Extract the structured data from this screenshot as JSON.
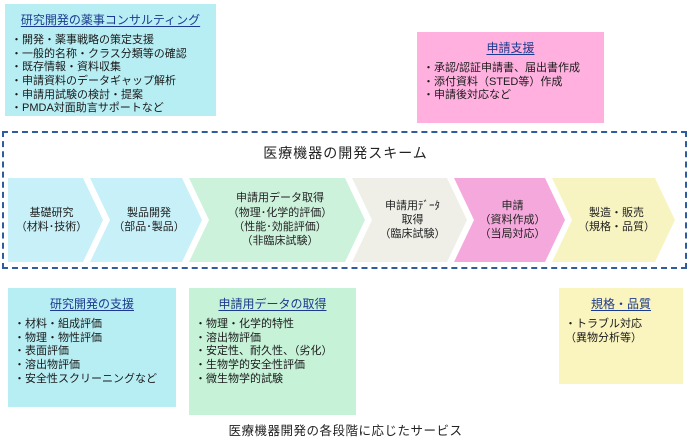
{
  "colors": {
    "cyan_panel": "#b7eef4",
    "pink_panel": "#ffb0df",
    "green_panel": "#c6f2d8",
    "yellow_panel": "#faf4be",
    "arrow_cyan": "#c7f0f8",
    "arrow_green": "#cdf2dc",
    "arrow_gray": "#efefe8",
    "arrow_pink": "#f5a8dc",
    "arrow_yellow": "#f8f4c2",
    "frame_border": "#2e5c9e",
    "panel_title_text": "#1c3a8f"
  },
  "consulting_box": {
    "title": "研究開発の薬事コンサルティング",
    "items": [
      "・開発・薬事戦略の策定支援",
      "・一般的名称・クラス分類等の確認",
      "・既存情報・資料収集",
      "・申請資料のデータギャップ解析",
      "・申請用試験の検討・提案",
      "・PMDA対面助言サポートなど"
    ]
  },
  "application_support_box": {
    "title": "申請支援",
    "items": [
      "・承認/認証申請書、届出書作成",
      "・添付資料（STED等）作成",
      "・申請後対応など"
    ]
  },
  "scheme": {
    "title": "医療機器の開発スキーム",
    "steps": [
      {
        "fill": "#c7f0f8",
        "lines": [
          "基礎研究",
          "（材料･技術）"
        ]
      },
      {
        "fill": "#c7f0f8",
        "lines": [
          "製品開発",
          "（部品･製品）"
        ]
      },
      {
        "fill": "#cdf2dc",
        "lines": [
          "申請用データ取得",
          "（物理･化学的評価）",
          "（性能･効能評価）",
          "（非臨床試験）"
        ]
      },
      {
        "fill": "#efefe8",
        "lines": [
          "申請用ﾃﾞｰﾀ",
          "取得",
          "（臨床試験）"
        ]
      },
      {
        "fill": "#f5a8dc",
        "lines": [
          "申請",
          "（資料作成）",
          "（当局対応）"
        ]
      },
      {
        "fill": "#f8f4c2",
        "lines": [
          "製造・販売",
          "（規格・品質）"
        ]
      }
    ]
  },
  "research_support_box": {
    "title": "研究開発の支援",
    "items": [
      "・材料・組成評価",
      "・物理・物性評価",
      "・表面評価",
      "・溶出物評価",
      "・安全性スクリーニングなど"
    ]
  },
  "data_acquisition_box": {
    "title": "申請用データの取得",
    "items": [
      "・物理・化学的特性",
      "・溶出物評価",
      "・安定性、耐久性、（劣化）",
      "・生物学的安全性評価",
      "・微生物学的試験"
    ]
  },
  "quality_box": {
    "title": "規格・品質",
    "items": [
      "・トラブル対応",
      "（異物分析等）"
    ]
  },
  "caption": "医療機器開発の各段階に応じたサービス"
}
